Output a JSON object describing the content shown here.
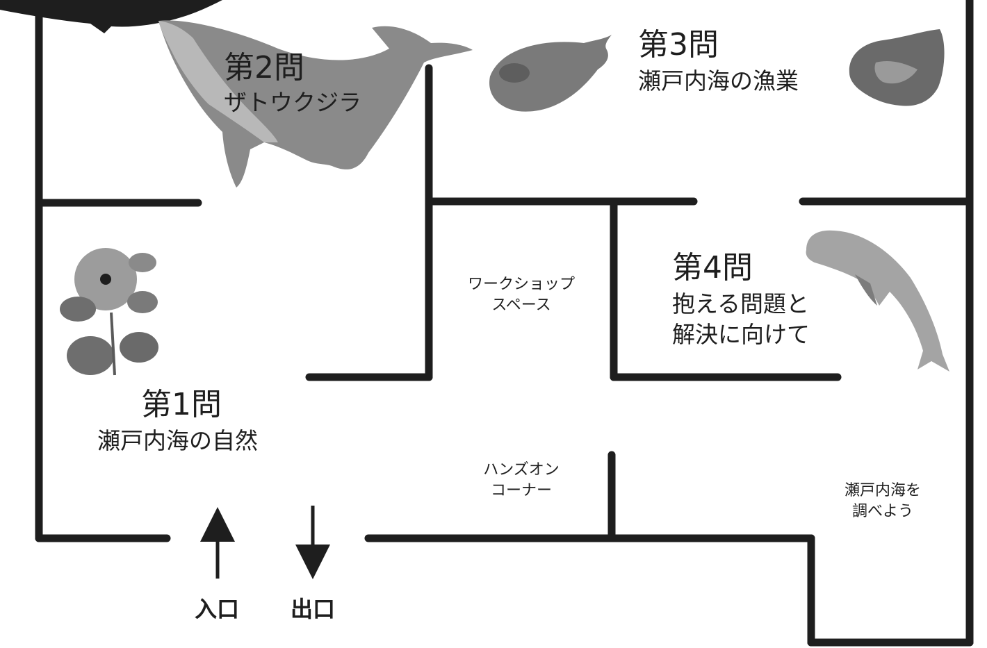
{
  "exhibits": [
    {
      "title": "第1問",
      "subtitle": "瀬戸内海の自然",
      "image": "hibiscus-flower"
    },
    {
      "title": "第2問",
      "subtitle": "ザトウクジラ",
      "image": "humpback-whale"
    },
    {
      "title": "第3問",
      "subtitle": "瀬戸内海の漁業",
      "images": [
        "flatfish",
        "oyster"
      ]
    },
    {
      "title": "第4問",
      "subtitle_lines": [
        "抱える問題と",
        "解決に向けて"
      ],
      "image": "finless-porpoise"
    }
  ],
  "areas": {
    "workshop": [
      "ワークショップ",
      "スペース"
    ],
    "handson": [
      "ハンズオン",
      "コーナー"
    ],
    "research": [
      "瀬戸内海を",
      "調べよう"
    ]
  },
  "entrance": {
    "label": "入口",
    "icon": "arrow-up-icon"
  },
  "exit": {
    "label": "出口",
    "icon": "arrow-down-icon"
  },
  "colors": {
    "wall": "#1e1e1e",
    "whale": "#8a8a8a",
    "whale_light": "#b8b8b8",
    "text": "#1e1e1e"
  }
}
